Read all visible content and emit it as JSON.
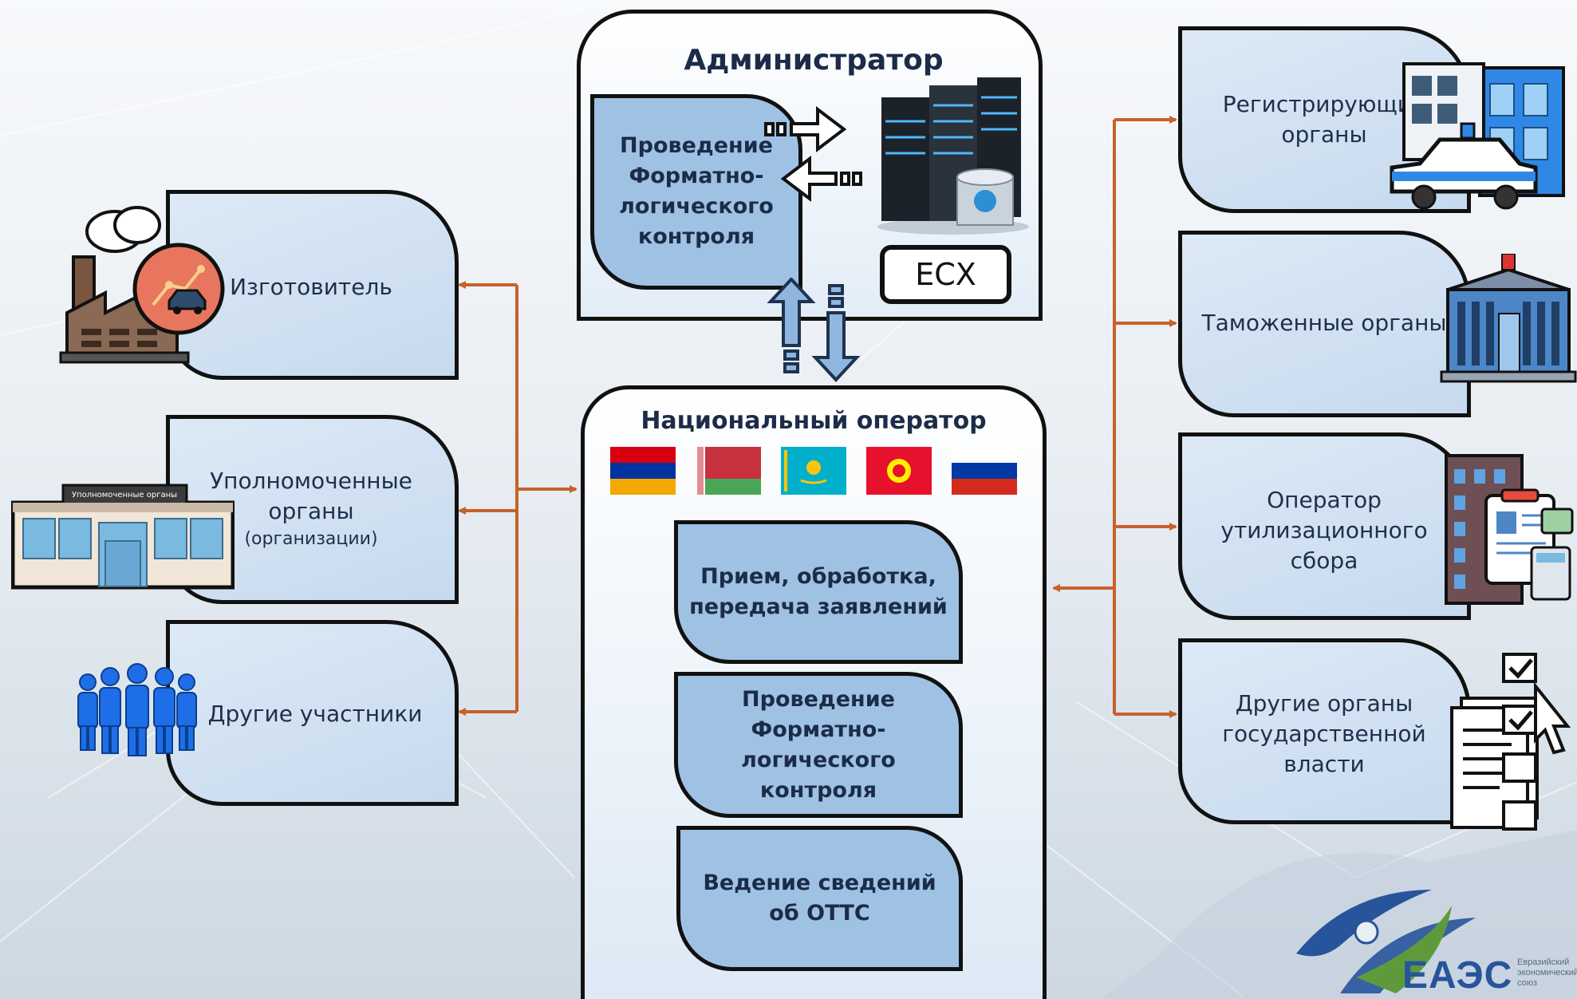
{
  "admin": {
    "title": "Администратор",
    "process": "Проведение\nФорматно-\nлогического\nконтроля",
    "ecx": "ЕСХ"
  },
  "national": {
    "title": "Национальный оператор",
    "boxes": [
      "Прием, обработка,\nпередача заявлений",
      "Проведение\nФорматно-\nлогического\nконтроля",
      "Ведение сведений\nоб ОТТС"
    ]
  },
  "left": [
    {
      "label": "Изготовитель"
    },
    {
      "label": "Уполномоченные\nорганы",
      "sub": "(организации)",
      "building_sign": "Уполномоченные органы"
    },
    {
      "label": "Другие участники"
    }
  ],
  "right": [
    {
      "label": "Регистрирующие\nорганы"
    },
    {
      "label": "Таможенные органы"
    },
    {
      "label": "Оператор\nутилизационного\nсбора"
    },
    {
      "label": "Другие органы\nгосударственной\nвласти"
    }
  ],
  "logo": {
    "abbr": "ЕАЭС",
    "caption": "Евразийский\nэкономический\nсоюз"
  },
  "colors": {
    "arrow": "#c8612a",
    "card_fill": "#d3e3f3",
    "inner_fill": "#9fc2e4"
  }
}
